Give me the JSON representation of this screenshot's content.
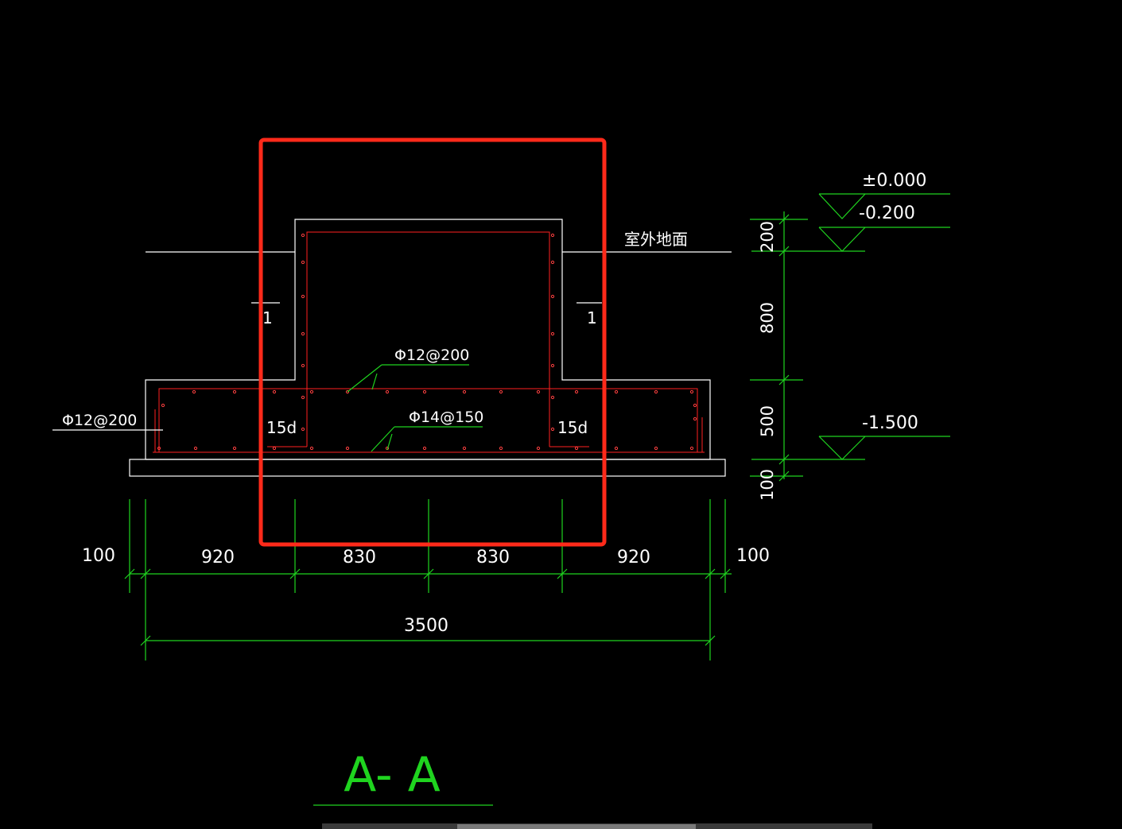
{
  "section_title": "A- A",
  "labels": {
    "outdoor_ground": "室外地面",
    "section_mark_left": "1",
    "section_mark_right": "1",
    "rebar_top": "Φ12@200",
    "rebar_bottom": "Φ14@150",
    "rebar_left": "Φ12@200",
    "anchor_left": "15d",
    "anchor_right": "15d"
  },
  "elevations": {
    "e1": "±0.000",
    "e2": "-0.200",
    "e3": "-1.500"
  },
  "dims_vertical": [
    "200",
    "800",
    "500",
    "100"
  ],
  "dims_horizontal": [
    "100",
    "920",
    "830",
    "830",
    "920",
    "100"
  ],
  "dim_total": "3500",
  "colors": {
    "background": "#000000",
    "concrete_outline": "#ffffff",
    "rebar": "#ff2020",
    "dimension": "#1fd41f",
    "highlight_box": "#ff2a1a"
  }
}
